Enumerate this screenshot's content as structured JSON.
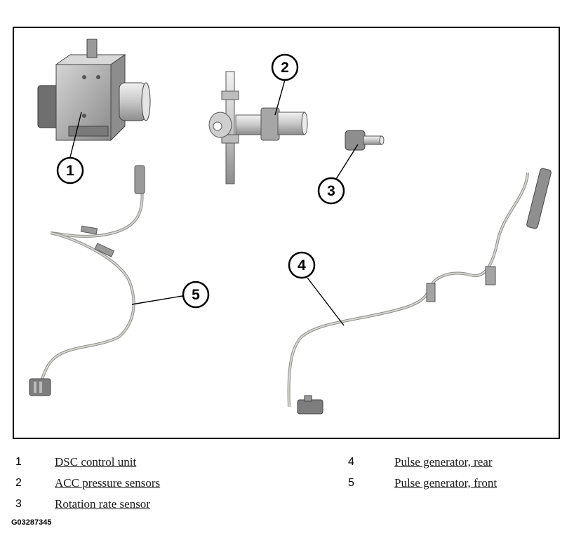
{
  "figure": {
    "id": "G03287345",
    "callouts": [
      "1",
      "2",
      "3",
      "4",
      "5"
    ]
  },
  "legend": [
    {
      "num": "1",
      "label": "DSC control unit"
    },
    {
      "num": "2",
      "label": "ACC pressure sensors"
    },
    {
      "num": "3",
      "label": "Rotation rate sensor"
    },
    {
      "num": "4",
      "label": "Pulse generator, rear"
    },
    {
      "num": "5",
      "label": "Pulse generator, front"
    }
  ],
  "colors": {
    "part_gray": "#b8b8b8",
    "part_dark": "#7a7a7a",
    "cable": "#c9c9c4",
    "outline": "#000000"
  }
}
